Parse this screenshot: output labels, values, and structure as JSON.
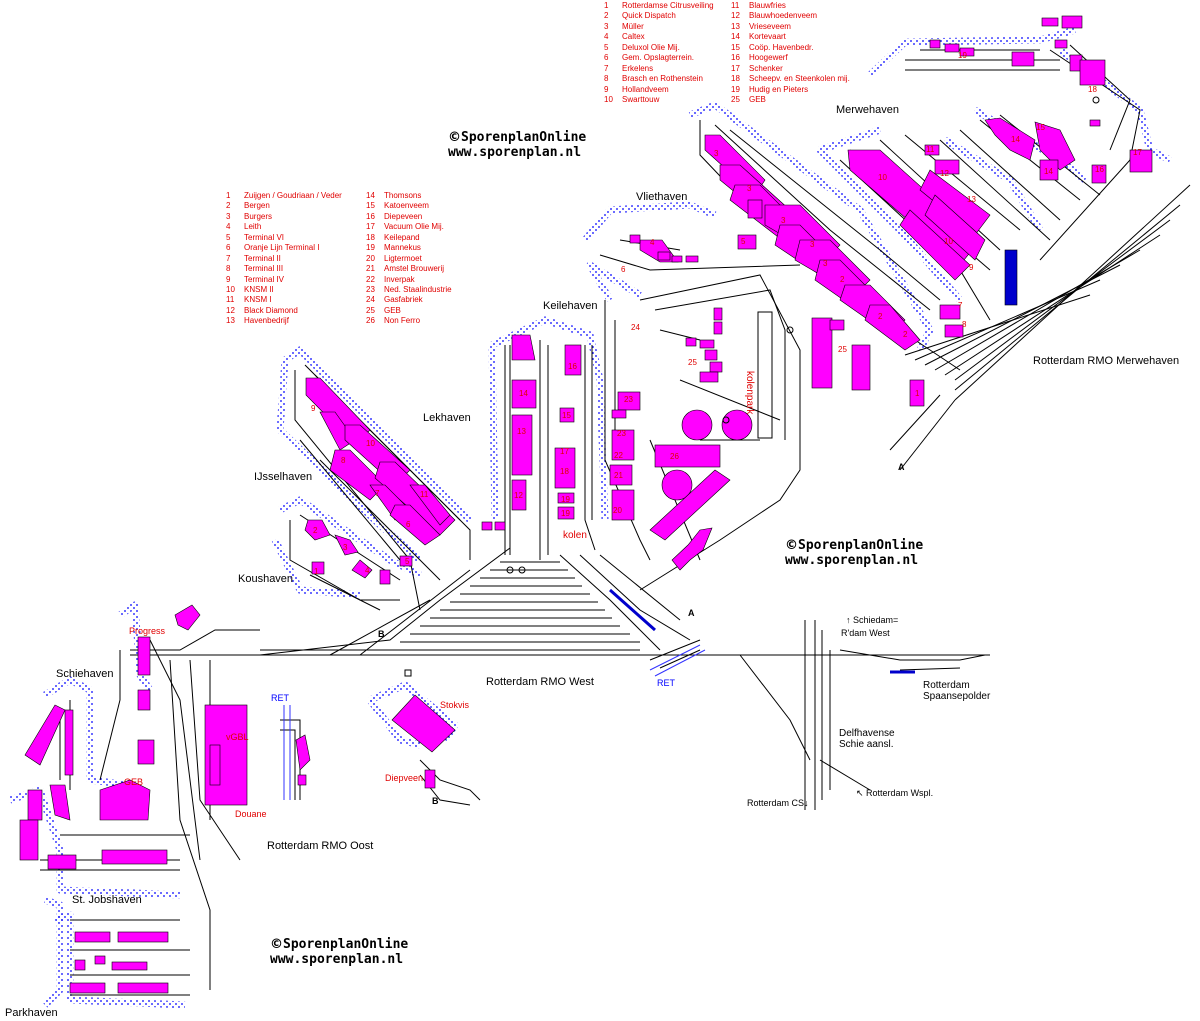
{
  "colors": {
    "track": "#000000",
    "building": "#ff00ff",
    "water_dots": "#0000ff",
    "text_red": "#e00000",
    "rail_blue": "#0000cc"
  },
  "legend_left": [
    {
      "n": "1",
      "name": "Zuijgen / Goudriaan / Veder"
    },
    {
      "n": "2",
      "name": "Bergen"
    },
    {
      "n": "3",
      "name": "Burgers"
    },
    {
      "n": "4",
      "name": "Leith"
    },
    {
      "n": "5",
      "name": "Terminal VI"
    },
    {
      "n": "6",
      "name": "Oranje Lijn Terminal I"
    },
    {
      "n": "7",
      "name": "Terminal II"
    },
    {
      "n": "8",
      "name": "Terminal III"
    },
    {
      "n": "9",
      "name": "Terminal IV"
    },
    {
      "n": "10",
      "name": "KNSM II"
    },
    {
      "n": "11",
      "name": "KNSM I"
    },
    {
      "n": "12",
      "name": "Black Diamond"
    },
    {
      "n": "13",
      "name": "Havenbedrijf"
    },
    {
      "n": "14",
      "name": "Thomsons"
    },
    {
      "n": "15",
      "name": "Katoenveem"
    },
    {
      "n": "16",
      "name": "Diepeveen"
    },
    {
      "n": "17",
      "name": "Vacuum Olie Mij."
    },
    {
      "n": "18",
      "name": "Keilepand"
    },
    {
      "n": "19",
      "name": "Mannekus"
    },
    {
      "n": "20",
      "name": "Ligtermoet"
    },
    {
      "n": "21",
      "name": "Amstel Brouwerij"
    },
    {
      "n": "22",
      "name": "Inverpak"
    },
    {
      "n": "23",
      "name": "Ned. Staalindustrie"
    },
    {
      "n": "24",
      "name": "Gasfabriek"
    },
    {
      "n": "25",
      "name": "GEB"
    },
    {
      "n": "26",
      "name": "Non Ferro"
    }
  ],
  "legend_top": [
    {
      "n": "1",
      "name": "Rotterdamse Citrusveiling"
    },
    {
      "n": "2",
      "name": "Quick Dispatch"
    },
    {
      "n": "3",
      "name": "Müller"
    },
    {
      "n": "4",
      "name": "Caltex"
    },
    {
      "n": "5",
      "name": "Deluxol Olie Mij."
    },
    {
      "n": "6",
      "name": "Gem. Opslagterrein."
    },
    {
      "n": "7",
      "name": "Erkelens"
    },
    {
      "n": "8",
      "name": "Brasch en Rothenstein"
    },
    {
      "n": "9",
      "name": "Hollandveem"
    },
    {
      "n": "10",
      "name": "Swarttouw"
    },
    {
      "n": "11",
      "name": "Blauwfries"
    },
    {
      "n": "12",
      "name": "Blauwhoedenveem"
    },
    {
      "n": "13",
      "name": "Vrieseveem"
    },
    {
      "n": "14",
      "name": "Kortevaart"
    },
    {
      "n": "15",
      "name": "Coöp. Havenbedr."
    },
    {
      "n": "16",
      "name": "Hoogewerf"
    },
    {
      "n": "17",
      "name": "Schenker"
    },
    {
      "n": "18",
      "name": "Scheepv. en Steenkolen mij."
    },
    {
      "n": "19",
      "name": "Hudig en Pieters"
    },
    {
      "n": "25",
      "name": "GEB"
    }
  ],
  "copyright": {
    "symbol": "©",
    "name": "SporenplanOnline",
    "url": "www.sporenplan.nl"
  },
  "places": {
    "merwehaven": "Merwehaven",
    "vliethaven": "Vliethaven",
    "keilehaven": "Keilehaven",
    "lekhaven": "Lekhaven",
    "ijsselhaven": "IJsselhaven",
    "koushaven": "Koushaven",
    "schiehaven": "Schiehaven",
    "st_jobshaven": "St. Jobshaven",
    "parkhaven": "Parkhaven",
    "rmo_merwehaven": "Rotterdam RMO Merwehaven",
    "rmo_west": "Rotterdam RMO West",
    "rmo_oost": "Rotterdam RMO Oost",
    "kolenpark": "kolenpark",
    "kolen": "kolen",
    "schiedam": "Schiedam=",
    "rdam_west": "R'dam West",
    "spaanse_1": "Rotterdam",
    "spaanse_2": "Spaansepolder",
    "delfshavense_1": "Delfhavense",
    "delfshavense_2": "Schie aansl.",
    "rdam_cs": "Rotterdam CS",
    "rdam_wspl": "Rotterdam Wspl.",
    "progress": "Progress",
    "geb": "GEB",
    "vgbl": "vGBL",
    "douane": "Douane",
    "stokvis": "Stokvis",
    "diepveen": "Diepveen",
    "ret": "RET",
    "marker_a": "A",
    "marker_b": "B"
  }
}
